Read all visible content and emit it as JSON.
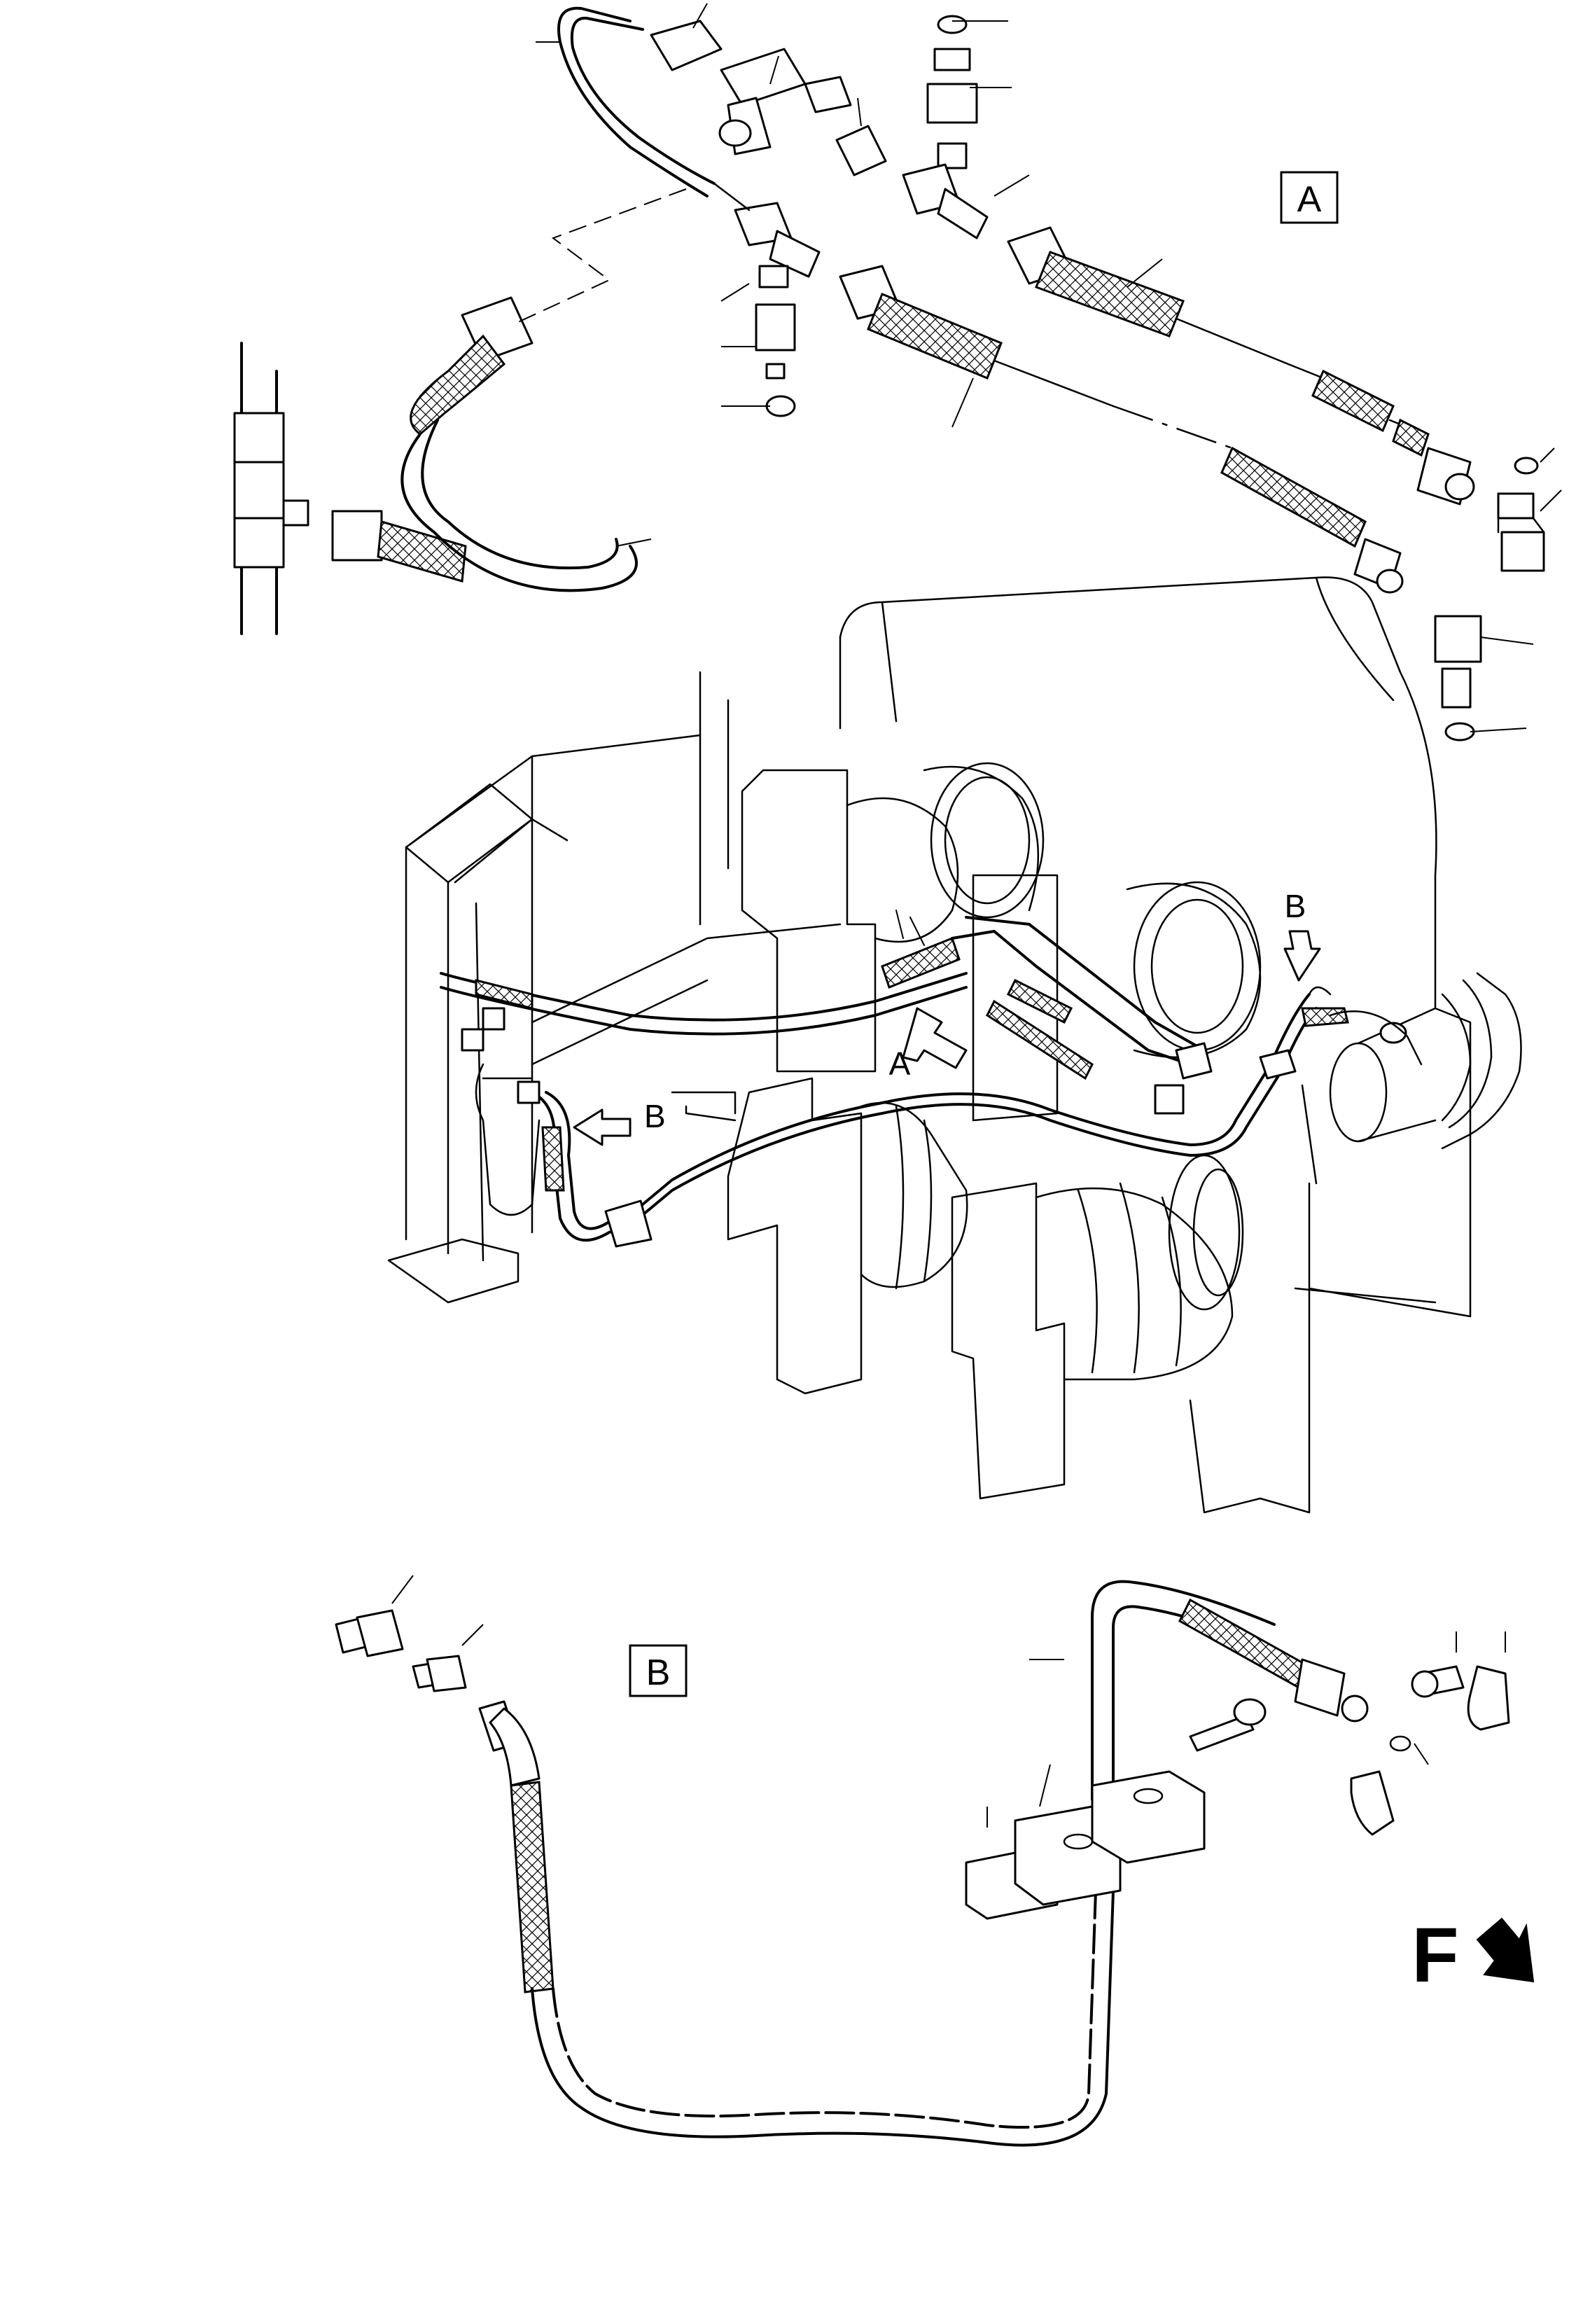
{
  "figure": {
    "detail_a_label": "A",
    "detail_b_label": "B",
    "arrow_a_label": "A",
    "arrow_b_left_label": "B",
    "arrow_b_right_label": "B",
    "front_label": "F"
  }
}
